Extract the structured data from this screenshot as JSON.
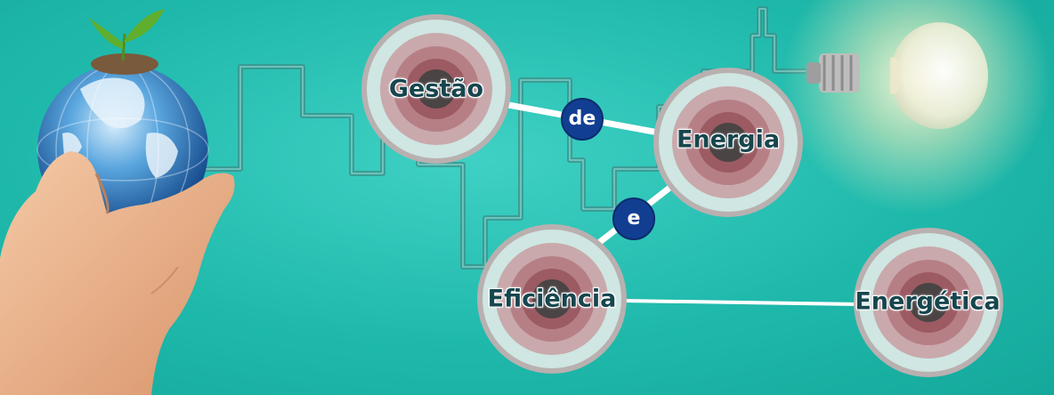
{
  "nodes": [
    {
      "key": "gestao",
      "label": "Gestão"
    },
    {
      "key": "energia",
      "label": "Energia"
    },
    {
      "key": "eficiencia",
      "label": "Eficiência"
    },
    {
      "key": "energetica",
      "label": "Energética"
    }
  ],
  "connectors": [
    {
      "key": "de",
      "label": "de"
    },
    {
      "key": "e",
      "label": "e"
    }
  ],
  "colors": {
    "background": "#1fb9ab",
    "connector_fill": "#123e92",
    "label_text": "#17464e",
    "link_line": "#ffffff",
    "skyline": "#3d8f8a"
  },
  "illustrations": {
    "left": "hand-holding-globe-with-sprout",
    "right": "glowing-light-bulb"
  }
}
